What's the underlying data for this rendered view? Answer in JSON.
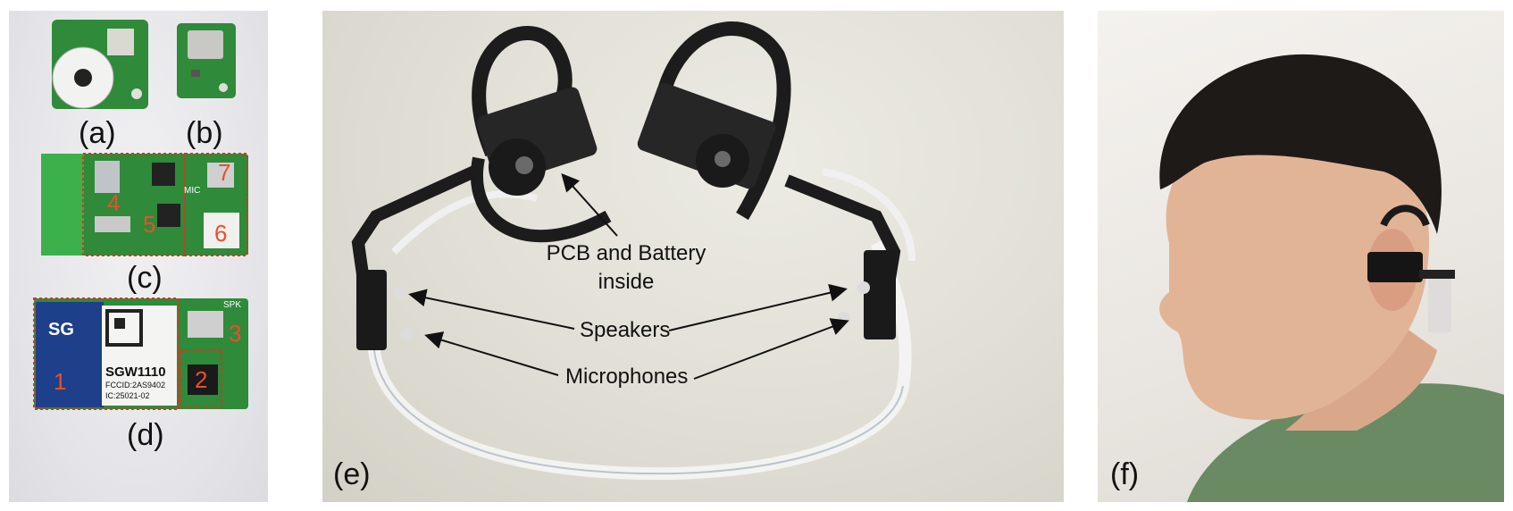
{
  "panel_labels": {
    "a": "(a)",
    "b": "(b)",
    "c": "(c)",
    "d": "(d)",
    "e": "(e)",
    "f": "(f)"
  },
  "component_numbers": {
    "n1": "1",
    "n2": "2",
    "n3": "3",
    "n4": "4",
    "n5": "5",
    "n6": "6",
    "n7": "7"
  },
  "board_text": {
    "module_name": "SGW1110",
    "logo": "SG",
    "fcc_id": "FCCID:2AS9402",
    "ic_id": "IC:25021-02",
    "spk": "SPK",
    "mic": "MIC"
  },
  "annotations": {
    "pcb_battery_line1": "PCB and Battery",
    "pcb_battery_line2": "inside",
    "speakers": "Speakers",
    "microphones": "Microphones"
  },
  "colors": {
    "pcb_green": "#2f8a3a",
    "highlight_red": "#d9341f",
    "label_orange": "#e8502e"
  }
}
